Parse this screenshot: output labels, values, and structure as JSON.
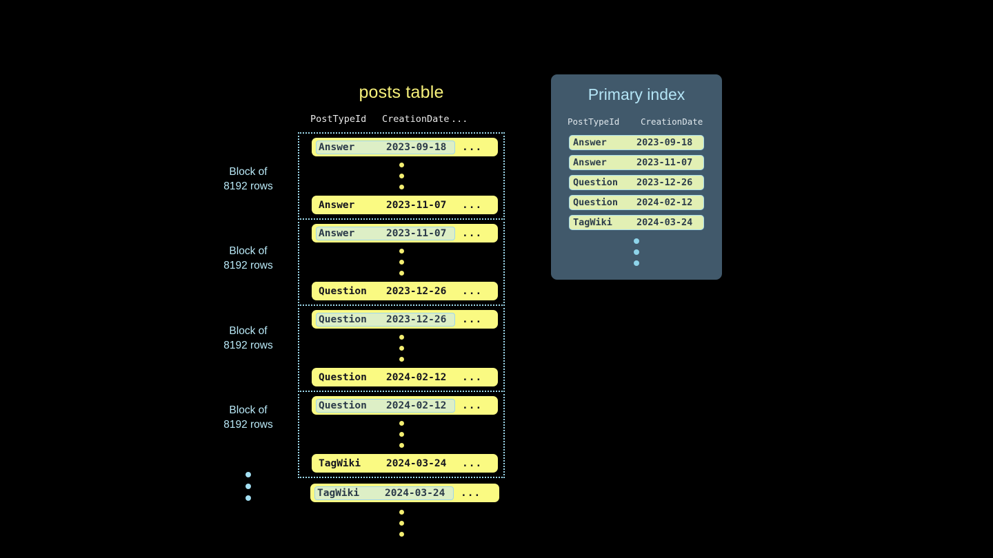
{
  "canvas": {
    "background": "#000000",
    "accent_yellow": "#fafa82",
    "accent_blue": "#a3dff2",
    "panel_bg": "#41596b",
    "highlight_green": "#ddefc6"
  },
  "posts_table": {
    "title": "posts table",
    "columns": {
      "post_type_id": "PostTypeId",
      "creation_date": "CreationDate",
      "more": "..."
    },
    "block_label_line1": "Block of",
    "block_label_line2": "8192 rows",
    "row_ellipsis": "...",
    "blocks": [
      {
        "label": "Block of 8192 rows",
        "first_row": {
          "post_type_id": "Answer",
          "creation_date": "2023-09-18",
          "more": "...",
          "highlighted": true
        },
        "last_row": {
          "post_type_id": "Answer",
          "creation_date": "2023-11-07",
          "more": "...",
          "highlighted": false
        }
      },
      {
        "label": "Block of 8192 rows",
        "first_row": {
          "post_type_id": "Answer",
          "creation_date": "2023-11-07",
          "more": "...",
          "highlighted": true
        },
        "last_row": {
          "post_type_id": "Question",
          "creation_date": "2023-12-26",
          "more": "...",
          "highlighted": false
        }
      },
      {
        "label": "Block of 8192 rows",
        "first_row": {
          "post_type_id": "Question",
          "creation_date": "2023-12-26",
          "more": "...",
          "highlighted": true
        },
        "last_row": {
          "post_type_id": "Question",
          "creation_date": "2024-02-12",
          "more": "...",
          "highlighted": false
        }
      },
      {
        "label": "Block of 8192 rows",
        "first_row": {
          "post_type_id": "Question",
          "creation_date": "2024-02-12",
          "more": "...",
          "highlighted": true
        },
        "last_row": {
          "post_type_id": "TagWiki",
          "creation_date": "2024-03-24",
          "more": "...",
          "highlighted": false
        }
      }
    ],
    "tail_row": {
      "post_type_id": "TagWiki",
      "creation_date": "2024-03-24",
      "more": "...",
      "highlighted": true
    }
  },
  "primary_index": {
    "title": "Primary index",
    "columns": {
      "post_type_id": "PostTypeId",
      "creation_date": "CreationDate"
    },
    "rows": [
      {
        "post_type_id": "Answer",
        "creation_date": "2023-09-18"
      },
      {
        "post_type_id": "Answer",
        "creation_date": "2023-11-07"
      },
      {
        "post_type_id": "Question",
        "creation_date": "2023-12-26"
      },
      {
        "post_type_id": "Question",
        "creation_date": "2024-02-12"
      },
      {
        "post_type_id": "TagWiki",
        "creation_date": "2024-03-24"
      }
    ]
  }
}
